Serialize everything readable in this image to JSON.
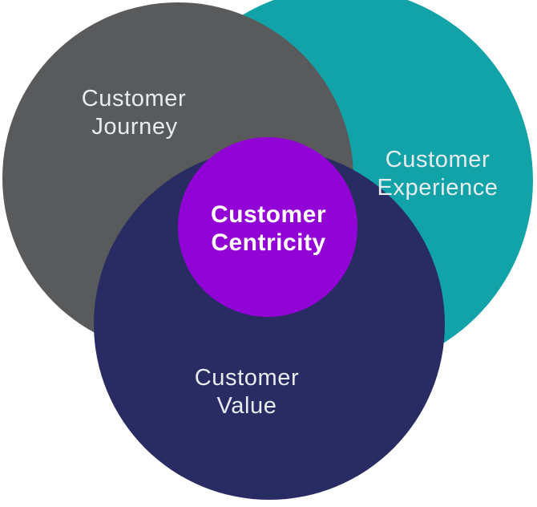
{
  "diagram": {
    "background_color": "#FFFFFF",
    "sets": [
      {
        "name": "customer-journey",
        "line1": "Customer",
        "line2": "Journey",
        "fill_color": "#595A5C",
        "text_color": "#E9ECEF"
      },
      {
        "name": "customer-experience",
        "line1": "Customer",
        "line2": "Experience",
        "fill_color": "#12A3A8",
        "text_color": "#E9ECEF"
      },
      {
        "name": "customer-value",
        "line1": "Customer",
        "line2": "Value",
        "fill_color": "#282C62",
        "text_color": "#E9ECEF"
      },
      {
        "name": "customer-centricity",
        "line1": "Customer",
        "line2": "Centricity",
        "fill_color": "#9204D6",
        "text_color": "#FFFFFF"
      }
    ]
  }
}
